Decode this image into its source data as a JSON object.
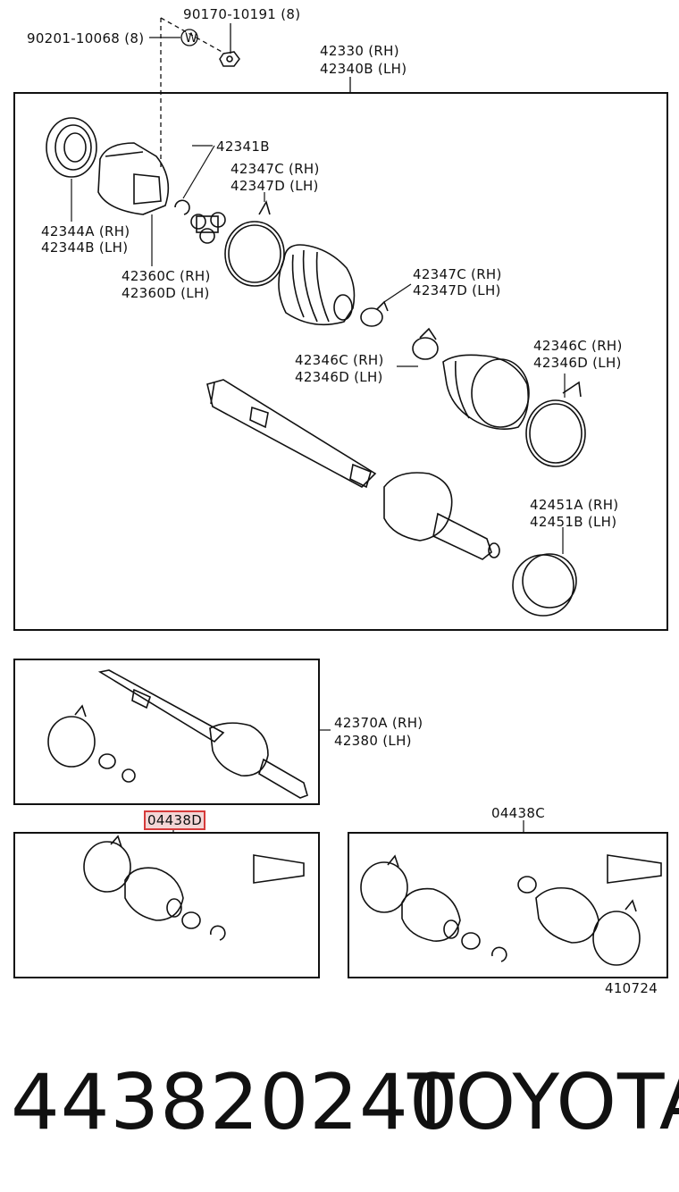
{
  "callouts": {
    "nut_top": "90170-10191 (8)",
    "bolt_left": "90201-10068 (8)",
    "washer_symbol": "W",
    "shaft_rh": "42330 (RH)",
    "shaft_lh": "42340B (LH)",
    "snap_ring": "42341B",
    "clamp1_rh": "42347C (RH)",
    "clamp1_lh": "42347D (LH)",
    "seal_rh": "42344A (RH)",
    "seal_lh": "42344B (LH)",
    "tulip_rh": "42360C (RH)",
    "tulip_lh": "42360D (LH)",
    "clamp2_rh": "42347C (RH)",
    "clamp2_lh": "42347D (LH)",
    "clamp3_rh": "42346C (RH)",
    "clamp3_lh": "42346D (LH)",
    "clamp4_rh": "42346C (RH)",
    "clamp4_lh": "42346D (LH)",
    "dust_rh": "42451A (RH)",
    "dust_lh": "42451B (LH)",
    "assy_rh": "42370A (RH)",
    "assy_lh": "42380 (LH)",
    "kit_a": "04438D",
    "kit_b": "04438C",
    "drawing_no": "410724"
  },
  "footer": {
    "part_number": "443820240",
    "brand": "TOYOTA"
  }
}
